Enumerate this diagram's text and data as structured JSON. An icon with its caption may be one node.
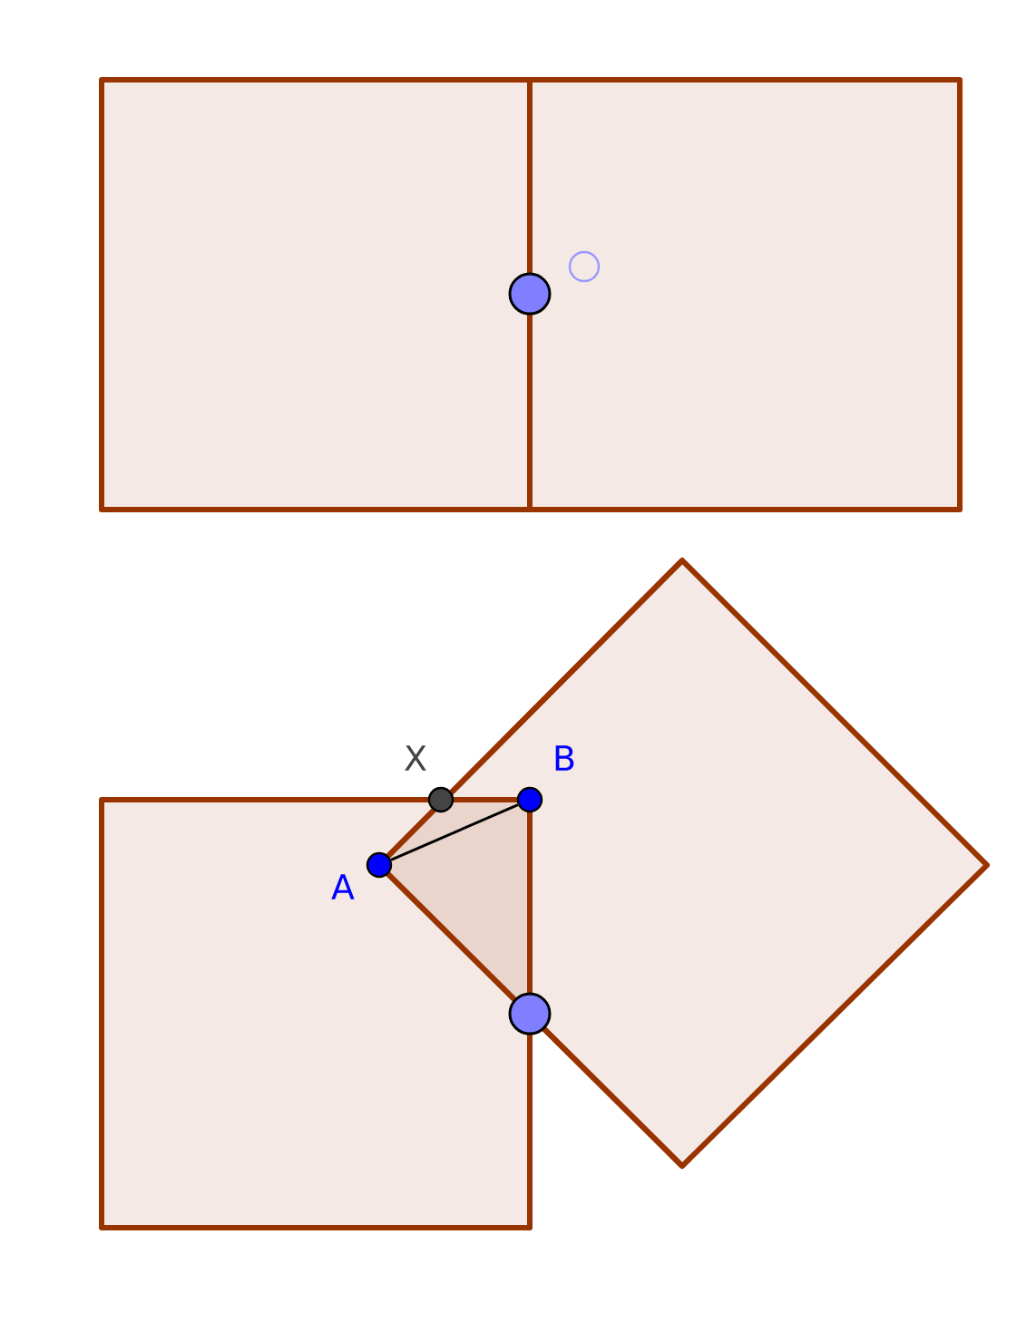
{
  "diagram": {
    "nodes": [
      {
        "text": [
          "A"
        ]
      },
      {
        "text": [
          "B"
        ]
      }
    ],
    "edges": [
      {
        "from": 0,
        "to": 1,
        "arrow": "none"
      }
    ],
    "labels": [
      "X"
    ]
  }
}
